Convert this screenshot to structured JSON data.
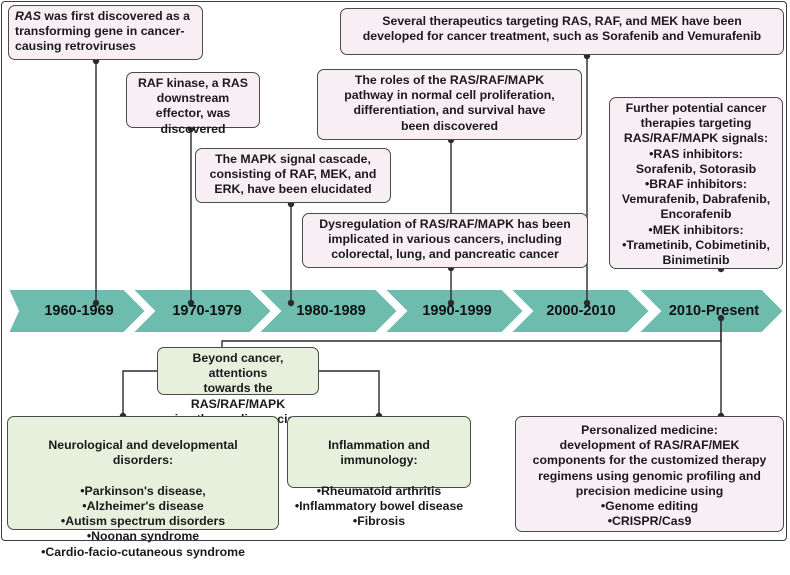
{
  "timeline": {
    "periods": [
      "1960-1969",
      "1970-1979",
      "1980-1989",
      "1990-1999",
      "2000-2010",
      "2010-Present"
    ]
  },
  "events": {
    "e1960_italic": "RAS",
    "e1960_rest": " was first discovered as a\ntransforming gene in cancer-\ncausing retroviruses",
    "e1970": "RAF kinase, a RAS\ndownstream effector, was\ndiscovered",
    "e1980": "The MAPK signal cascade,\nconsisting of RAF, MEK, and\nERK, have been elucidated",
    "e1990_roles": "The roles of the RAS/RAF/MAPK\npathway in normal cell proliferation,\ndifferentiation, and survival have\nbeen discovered",
    "e1990_dysreg": "Dysregulation of RAS/RAF/MAPK has been\nimplicated in various cancers, including\ncolorectal, lung, and pancreatic cancer",
    "e2000": "Several therapeutics targeting RAS, RAF, and MEK have been\ndeveloped for cancer treatment, such as Sorafenib and Vemurafenib",
    "e2010": "Further potential cancer\ntherapies targeting\nRAS/RAF/MAPK signals:\n•RAS inhibitors:\nSorafenib, Sotorasib\n•BRAF inhibitors:\nVemurafenib, Dabrafenib,\nEncorafenib\n•MEK inhibitors:\n•Trametinib, Cobimetinib,\nBinimetinib"
  },
  "beyond": "Beyond cancer, attentions\ntowards the RAS/RAF/MAPK\nin other malignancies",
  "neuro": {
    "title": "Neurological and developmental\ndisorders:",
    "items": "•Parkinson's disease,\n•Alzheimer's disease\n•Autism spectrum disorders\n•Noonan syndrome\n•Cardio-facio-cutaneous syndrome"
  },
  "inflammation": {
    "title": "Inflammation and immunology:",
    "items": "•Rheumatoid arthritis\n•Inflammatory bowel disease\n•Fibrosis"
  },
  "personalized": "Personalized medicine:\ndevelopment of RAS/RAF/MEK\ncomponents for the customized therapy\nregimens using genomic profiling and\nprecision medicine using\n•Genome editing\n•CRISPR/Cas9",
  "colors": {
    "arrow_fill": "#6ebcae",
    "arrow_stroke": "#ffffff",
    "pink_box": "#f8eff5",
    "green_box": "#e7efdd",
    "line": "#2b2b2b"
  }
}
